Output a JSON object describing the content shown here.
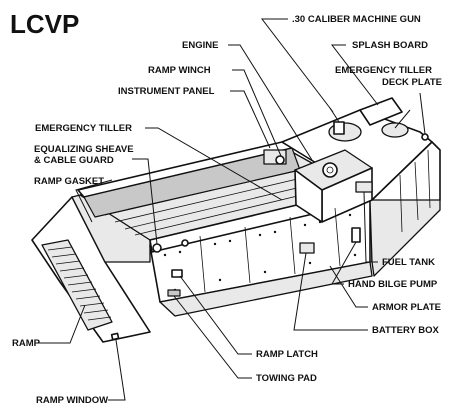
{
  "title": "LCVP",
  "labels": {
    "machine_gun": ".30 CALIBER MACHINE GUN",
    "engine": "ENGINE",
    "splash_board": "SPLASH BOARD",
    "ramp_winch": "RAMP WINCH",
    "emergency_tiller_deck_plate_1": "EMERGENCY TILLER",
    "emergency_tiller_deck_plate_2": "DECK PLATE",
    "instrument_panel": "INSTRUMENT PANEL",
    "emergency_tiller": "EMERGENCY TILLER",
    "equalizing_sheave_1": "EQUALIZING SHEAVE",
    "equalizing_sheave_2": "& CABLE GUARD",
    "ramp_gasket": "RAMP GASKET",
    "fuel_tank": "FUEL TANK",
    "hand_bilge_pump": "HAND BILGE PUMP",
    "armor_plate": "ARMOR PLATE",
    "battery_box": "BATTERY BOX",
    "ramp": "RAMP",
    "ramp_latch": "RAMP LATCH",
    "towing_pad": "TOWING PAD",
    "ramp_window": "RAMP WINDOW"
  }
}
